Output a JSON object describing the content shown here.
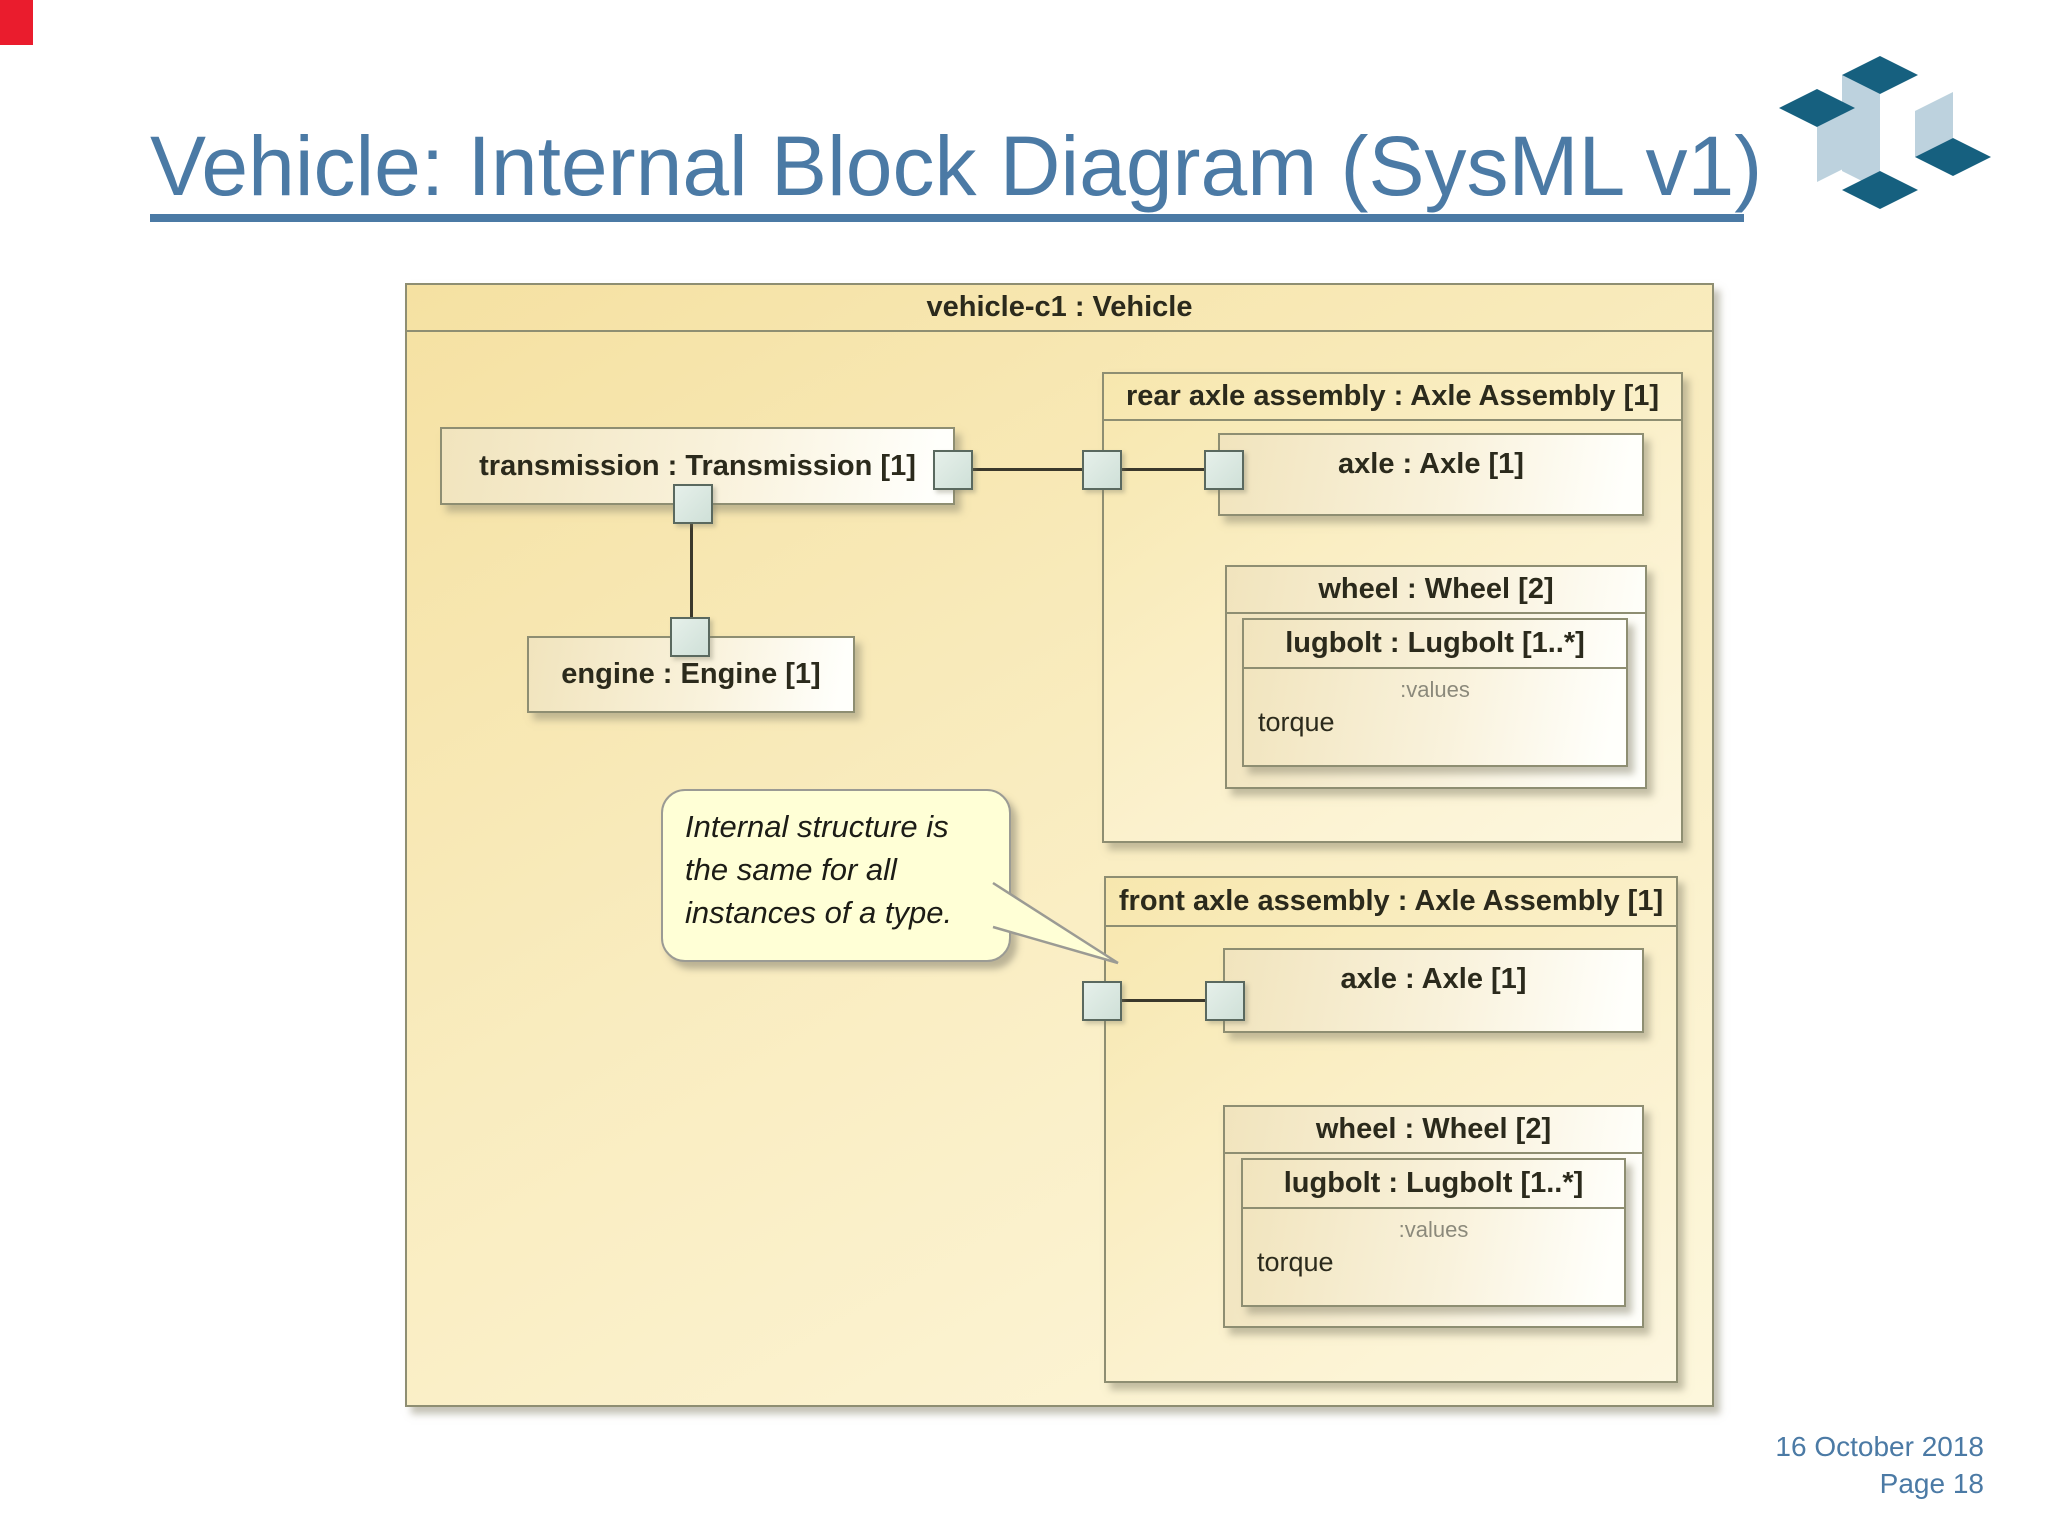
{
  "slide": {
    "title": "Vehicle: Internal Block Diagram (SysML v1)",
    "footer_date": "16 October 2018",
    "footer_page": "Page 18"
  },
  "colors": {
    "accent_blue": "#4b7aa5",
    "corner_red": "#ea1c2d",
    "box_border": "#8e8e72",
    "block_fill_cream": "#f8ebba",
    "port_fill": "#d7e5de",
    "port_border": "#5a695f",
    "note_fill": "#ffffd6",
    "logo_dark": "#16607f",
    "logo_light": "#bdd2de"
  },
  "diagram": {
    "vehicle_label": "vehicle-c1 : Vehicle",
    "transmission_label": "transmission : Transmission [1]",
    "engine_label": "engine : Engine [1]",
    "rear_assembly": {
      "label": "rear axle assembly : Axle Assembly [1]",
      "axle_label": "axle : Axle [1]",
      "wheel_label": "wheel : Wheel [2]",
      "lugbolt_label": "lugbolt : Lugbolt [1..*]",
      "values_compartment": ":values",
      "value_item": "torque"
    },
    "front_assembly": {
      "label": "front axle assembly : Axle Assembly [1]",
      "axle_label": "axle : Axle [1]",
      "wheel_label": "wheel : Wheel [2]",
      "lugbolt_label": "lugbolt : Lugbolt [1..*]",
      "values_compartment": ":values",
      "value_item": "torque"
    },
    "note_lines": [
      "Internal structure is",
      "the same for all",
      "instances of a type."
    ]
  }
}
